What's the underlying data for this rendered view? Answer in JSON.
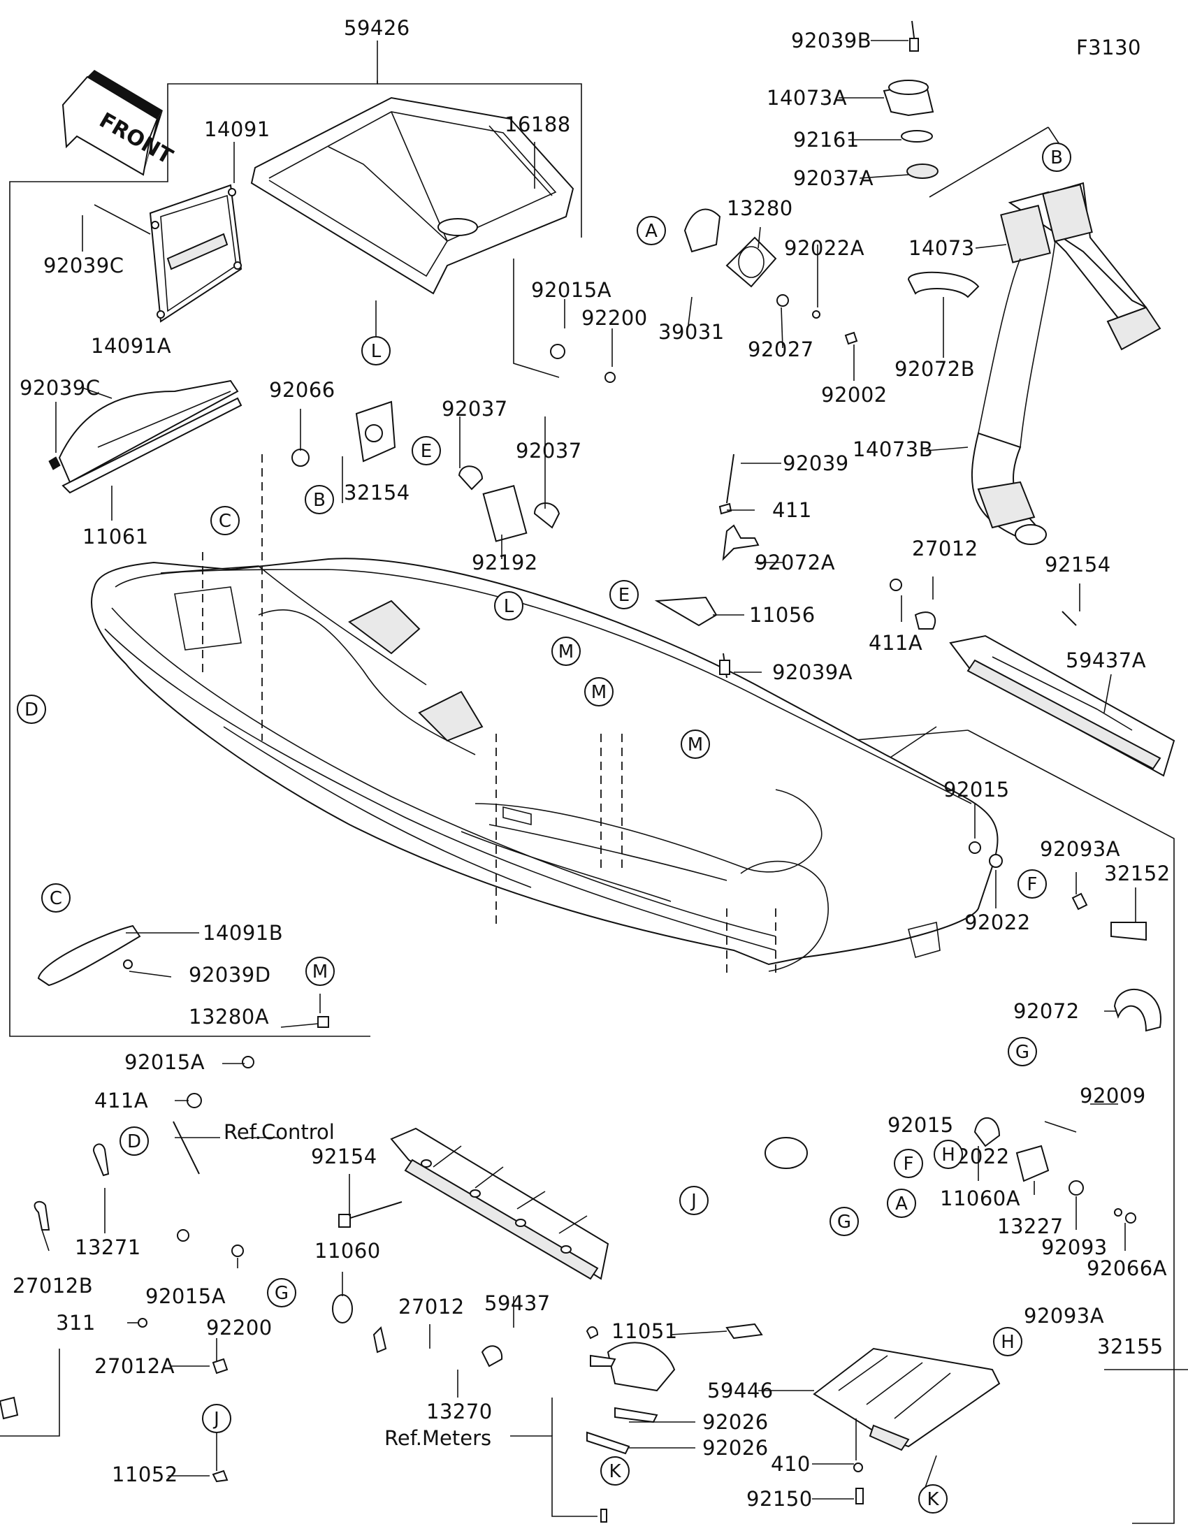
{
  "diagram_code": "F3130",
  "front_label": "FRONT",
  "part_numbers": [
    "59426",
    "14091",
    "16188",
    "92039C",
    "14091A",
    "92039C",
    "11061",
    "92066",
    "32154",
    "92037",
    "92037",
    "92192",
    "92015A",
    "92200",
    "39031",
    "13280",
    "92027",
    "92022A",
    "92002",
    "92039B",
    "14073A",
    "92161",
    "92037A",
    "14073",
    "92072B",
    "14073B",
    "92039",
    "411",
    "92072A",
    "11056",
    "92039A",
    "27012",
    "411A",
    "92154",
    "59437A",
    "92015",
    "92022",
    "92093A",
    "32152",
    "92072",
    "92009",
    "11060A",
    "13227",
    "92093",
    "92066A",
    "14091B",
    "92039D",
    "13280A",
    "92015A",
    "411A",
    "13271",
    "27012B",
    "92154",
    "11060",
    "92015A",
    "92200",
    "311",
    "27012A",
    "11052",
    "27012",
    "13270",
    "59437",
    "11051",
    "59446",
    "92026",
    "92026",
    "410",
    "92150",
    "92015",
    "92022",
    "92093A",
    "32155"
  ],
  "references": [
    "Ref.Control",
    "Ref.Meters"
  ],
  "callout_letters": [
    "A",
    "B",
    "C",
    "D",
    "E",
    "F",
    "G",
    "H",
    "J",
    "K",
    "L",
    "M"
  ]
}
